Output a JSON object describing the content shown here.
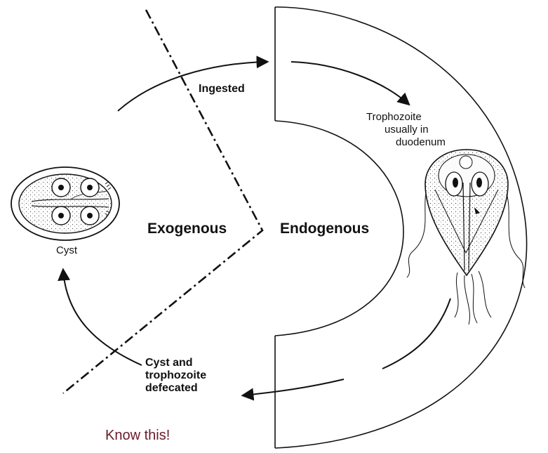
{
  "labels": {
    "ingested": "Ingested",
    "trophozoite": [
      "Trophozoite",
      "usually in",
      "duodenum"
    ],
    "exogenous": "Exogenous",
    "endogenous": "Endogenous",
    "cyst": "Cyst",
    "defecated": [
      "Cyst and",
      "trophozoite",
      "defecated"
    ]
  },
  "note": {
    "text": "Know this!",
    "color": "#6b1a2a"
  },
  "colors": {
    "ink": "#111111",
    "cyst_fill": "#f1f1f1",
    "organism_fill": "#ececec"
  }
}
